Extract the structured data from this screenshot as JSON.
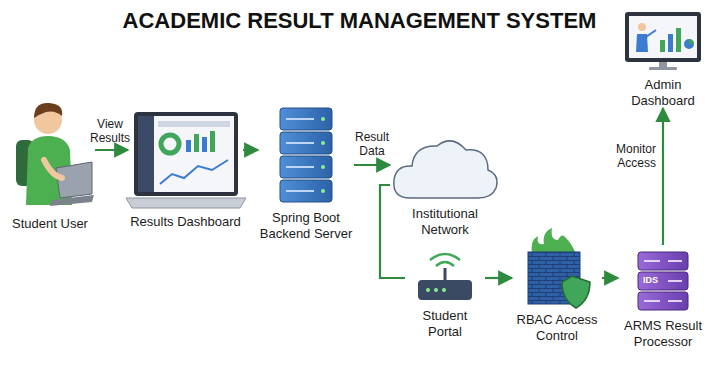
{
  "diagram": {
    "title": "ACADEMIC RESULT MANAGEMENT SYSTEM",
    "nodes": [
      {
        "text": [
          "Student User"
        ]
      },
      {
        "text": [
          "Results Dashboard"
        ]
      },
      {
        "text": [
          "Spring Boot Backend Server"
        ]
      },
      {
        "text": [
          "Institutional Network"
        ]
      },
      {
        "text": [
          "Student Portal"
        ]
      },
      {
        "text": [
          "RBAC Access Control"
        ]
      },
      {
        "text": [
          "ARMS Result Processor"
        ]
      },
      {
        "text": [
          "Admin Dashboard"
        ]
      }
    ],
    "edges": [
      {
        "from": 0,
        "to": 1,
        "label": "View Results",
        "arrow": "to"
      },
      {
        "from": 1,
        "to": 2,
        "arrow": "to"
      },
      {
        "from": 2,
        "to": 3,
        "label": "Result Data",
        "arrow": "to"
      },
      {
        "from": 3,
        "to": 4,
        "arrow": "none"
      },
      {
        "from": 4,
        "to": 5,
        "arrow": "to"
      },
      {
        "from": 5,
        "to": 6,
        "arrow": "to"
      },
      {
        "from": 6,
        "to": 7,
        "label": "Monitor Access",
        "arrow": "to"
      }
    ],
    "labels": [
      "IDS"
    ]
  }
}
